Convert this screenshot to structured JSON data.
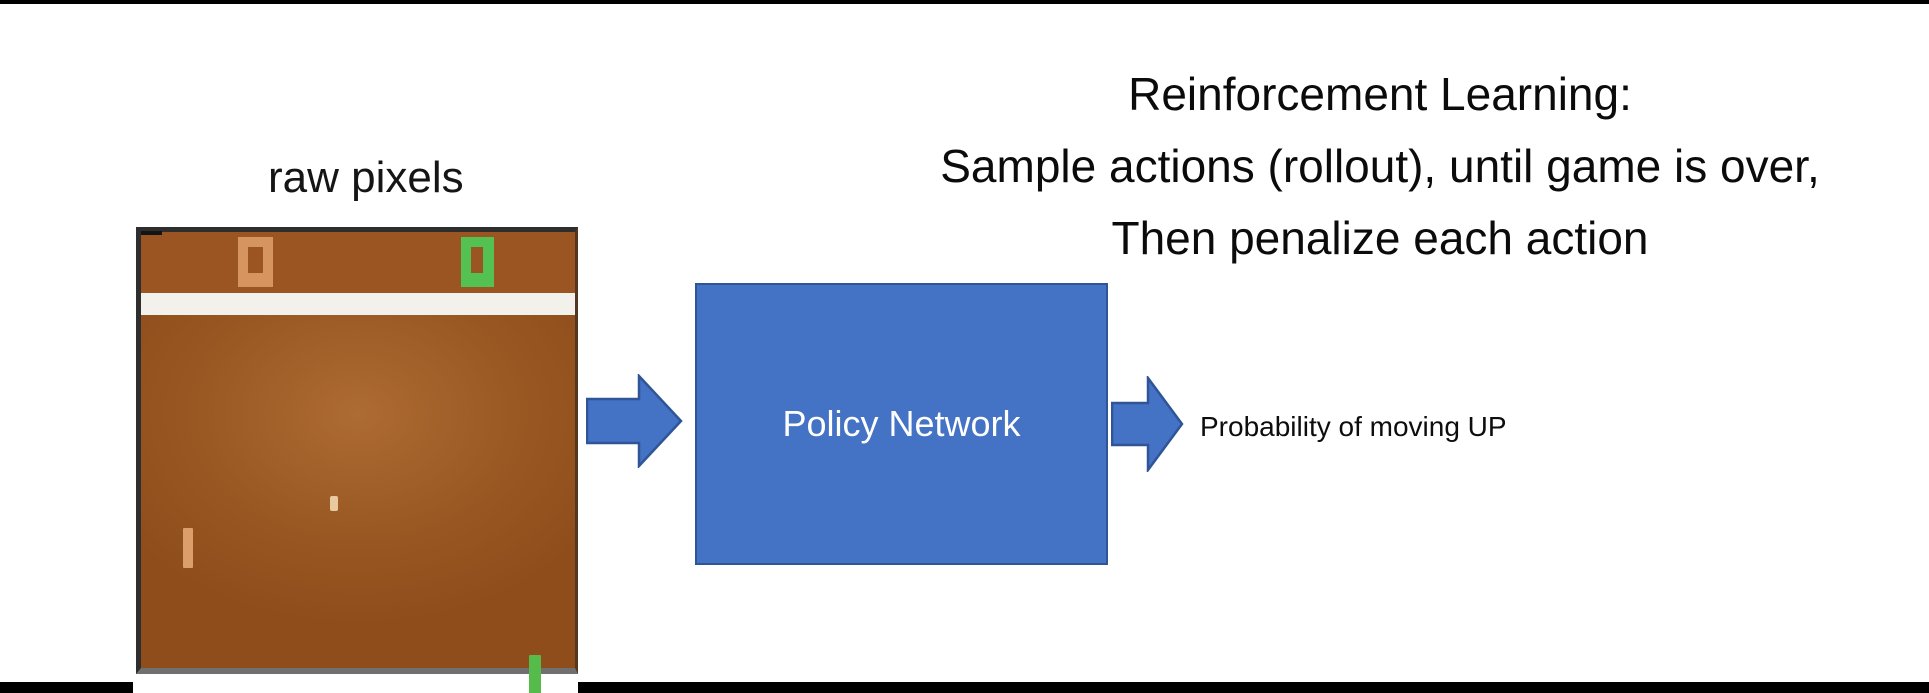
{
  "slide": {
    "title_lines": [
      "Reinforcement Learning:",
      "Sample actions (rollout), until game is over,",
      "Then penalize each action"
    ],
    "game_label": "raw pixels",
    "policy_box_label": "Policy Network",
    "output_label": "Probability of moving UP"
  },
  "game": {
    "left_score": "0",
    "right_score": "0",
    "description": "Atari Pong frame: orange scoring digit left, green scoring digit right, white divider band, ball mid-field, orange paddle left, green paddle bottom-right"
  },
  "colors": {
    "accent_blue": "#4472c4",
    "accent_blue_border": "#2f5597",
    "game_brown": "#9a5522",
    "game_brown_light": "#ad6c33",
    "band_white": "#f2f1ec",
    "score_orange": "#d6945f",
    "score_green": "#53c253",
    "paddle_orange": "#dc9f6b",
    "paddle_green": "#55bb4a",
    "ball_cream": "#e8c9a0",
    "bar_black": "#000000"
  }
}
